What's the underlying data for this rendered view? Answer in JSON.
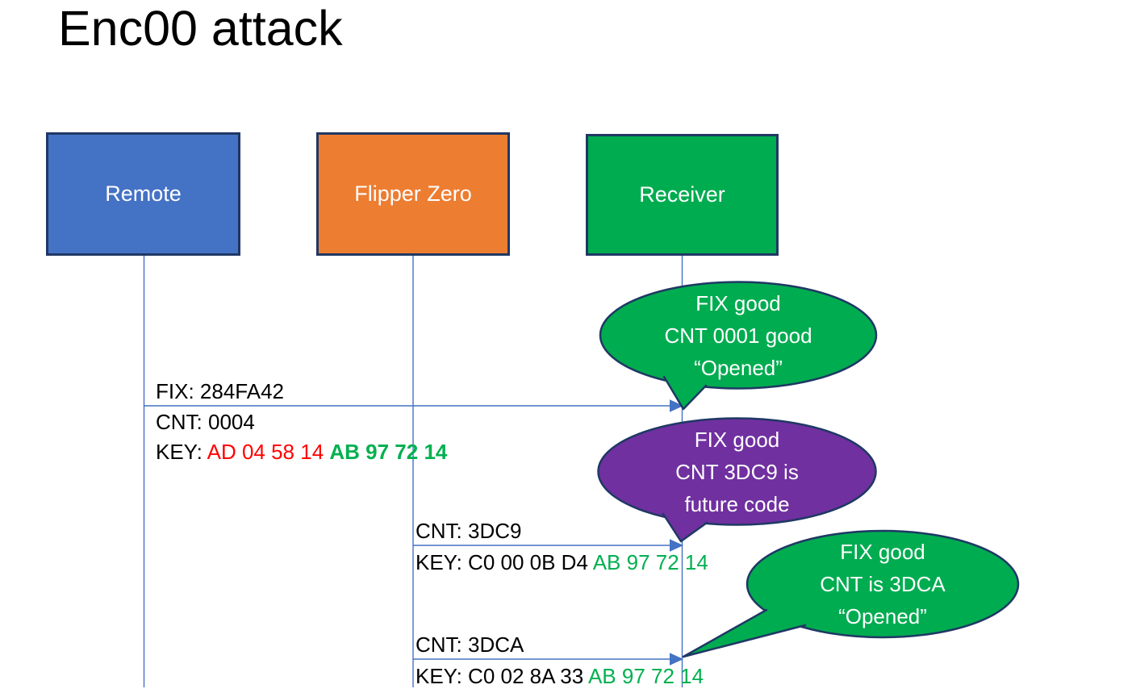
{
  "slide": {
    "title": "Enc00 attack"
  },
  "colors": {
    "actor_blue": "#4472C4",
    "actor_orange": "#ED7D31",
    "actor_green": "#00AC50",
    "callout_green": "#00AC50",
    "callout_purple": "#7030A0",
    "shape_border": "#1F3864",
    "connector_blue": "#4472C4",
    "key_red": "#FF0000",
    "key_green": "#00B050",
    "text_black": "#000000",
    "text_white": "#FFFFFF"
  },
  "actors": [
    {
      "label": "Remote",
      "fill": "#4472C4"
    },
    {
      "label": "Flipper Zero",
      "fill": "#ED7D31"
    },
    {
      "label": "Receiver",
      "fill": "#00AC50"
    }
  ],
  "messages": [
    {
      "above": "FIX: 284FA42",
      "below": "CNT: 0004",
      "key": {
        "segments": [
          {
            "text": "KEY: ",
            "color": "#000000",
            "weight": "normal"
          },
          {
            "text": "AD 04 58 14 ",
            "color": "#FF0000",
            "weight": "normal"
          },
          {
            "text": "AB 97 72 14",
            "color": "#00B050",
            "weight": "bold"
          }
        ]
      }
    },
    {
      "above": "CNT: 3DC9",
      "key": {
        "segments": [
          {
            "text": "KEY: C0 00 0B D4 ",
            "color": "#000000",
            "weight": "normal"
          },
          {
            "text": "AB 97 72 14",
            "color": "#00B050",
            "weight": "normal"
          }
        ]
      }
    },
    {
      "above": "CNT: 3DCA",
      "key": {
        "segments": [
          {
            "text": "KEY: C0 02 8A 33 ",
            "color": "#000000",
            "weight": "normal"
          },
          {
            "text": "AB 97 72 14",
            "color": "#00B050",
            "weight": "normal"
          }
        ]
      }
    }
  ],
  "callouts": [
    {
      "fill": "#00AC50",
      "lines": [
        "FIX good",
        "CNT 0001 good",
        "“Opened”"
      ]
    },
    {
      "fill": "#7030A0",
      "lines": [
        "FIX good",
        "CNT 3DC9 is",
        "future code"
      ]
    },
    {
      "fill": "#00AC50",
      "lines": [
        "FIX good",
        "CNT is 3DCA",
        "“Opened”"
      ]
    }
  ]
}
